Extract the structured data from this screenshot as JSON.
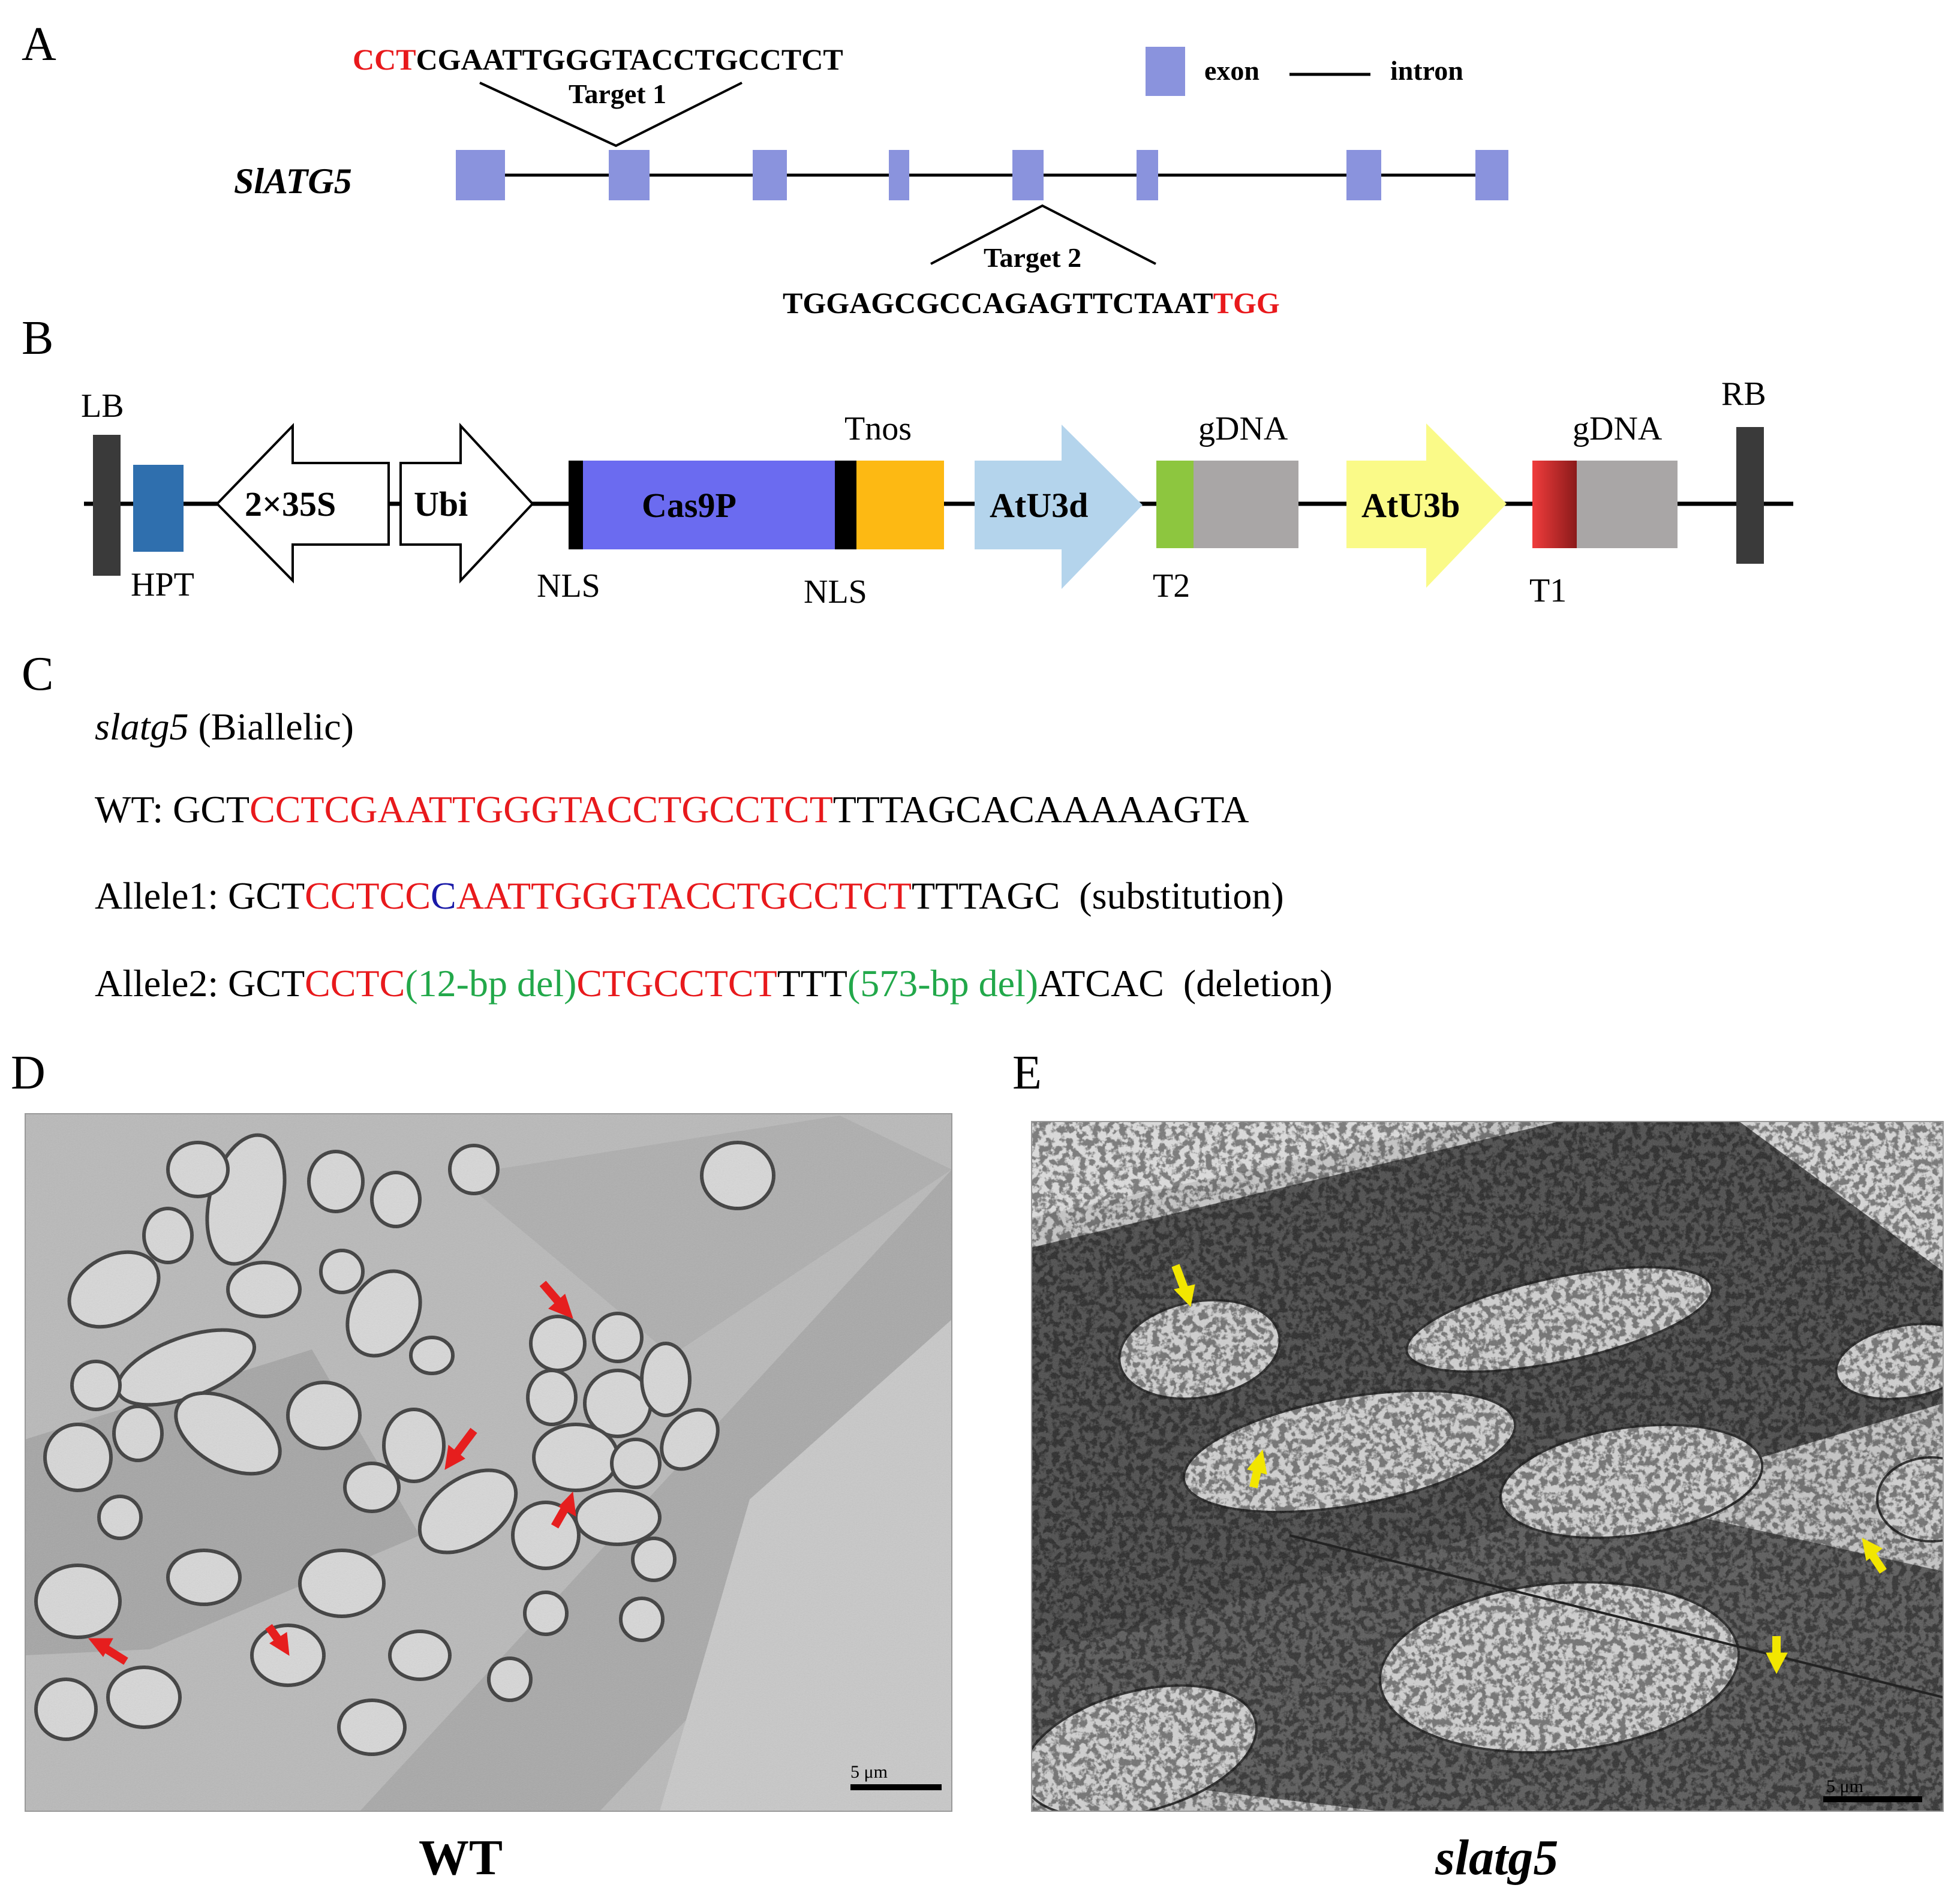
{
  "panels": [
    "A",
    "B",
    "C",
    "D",
    "E"
  ],
  "panel_a": {
    "gene": "SlATG5",
    "legend": {
      "exon": "exon",
      "intron": "intron"
    },
    "target1": {
      "label": "Target 1",
      "pam": "CCT",
      "seq": "CGAATTGGGTACCTGCCTCT"
    },
    "target2": {
      "label": "Target 2",
      "seq": "TGGAGCGCCAGAGTTCTAAT",
      "pam": "TGG"
    }
  },
  "panel_b": {
    "lb": "LB",
    "rb": "RB",
    "hpt": "HPT",
    "p35s": "2×35S",
    "ubi": "Ubi",
    "nls1": "NLS",
    "cas9": "Cas9P",
    "nls2": "NLS",
    "tnos": "Tnos",
    "atu3d": "AtU3d",
    "gdna1": "gDNA",
    "t2": "T2",
    "atu3b": "AtU3b",
    "gdna2": "gDNA",
    "t1": "T1",
    "colors": {
      "hpt": "#2f6fae",
      "cas9": "#6b6bf0",
      "tnos": "#fdb913",
      "atu3d": "#b4d4ec",
      "atu3b": "#fafa88",
      "t2": "#8dc63f",
      "t1": "#e83a3a",
      "gdna": "#a9a6a6",
      "border": "#3a3a3a"
    }
  },
  "panel_c": {
    "title_italic": "slatg5",
    "title_rest": " (Biallelic)",
    "wt": {
      "label": "WT: ",
      "pre": "GCT",
      "target": "CCTCGAATTGGGTACCTGCCTCT",
      "post": "TTTAGCACAAAAAGTA"
    },
    "allele1": {
      "label": "Allele1: ",
      "pre": "GCT",
      "t1": "CCTCC",
      "sub": "C",
      "t2": "AATTGGGTACCTGCCTCT",
      "post": "TTTAGC",
      "note": "(substitution)"
    },
    "allele2": {
      "label": "Allele2: ",
      "pre": "GCT",
      "t1": "CCTC",
      "del1": "(12-bp del)",
      "t2": "CTGCCTCT",
      "mid": "TTT",
      "del2": "(573-bp del)",
      "post": "ATCAC",
      "note": "(deletion)"
    }
  },
  "panel_d": {
    "caption": "WT",
    "scale": "5 μm",
    "arrow_color": "#e61e1e"
  },
  "panel_e": {
    "caption": "slatg5",
    "scale": "5 μm",
    "arrow_color": "#f2e600"
  }
}
